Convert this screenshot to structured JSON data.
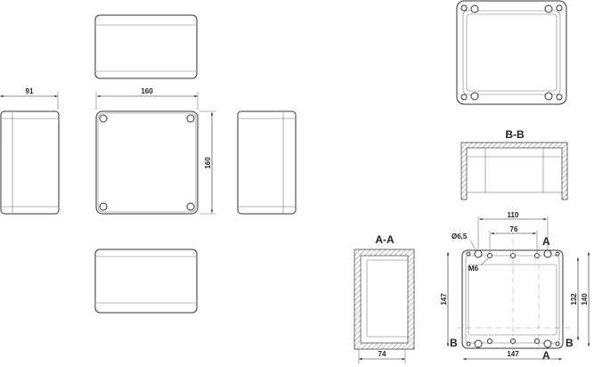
{
  "dimensions": {
    "side_depth": "91",
    "front_width": "160",
    "front_height": "160",
    "mount_outer": "110",
    "mount_inner": "76",
    "hole_diameter": "Ø6,5",
    "thread": "M6",
    "plan_height": "147",
    "inner_height_132": "132",
    "inner_height_140": "140",
    "plan_width": "147",
    "section_depth": "74"
  },
  "sections": {
    "aa": "A-A",
    "bb": "B-B",
    "a_marker": "A",
    "b_marker": "B"
  }
}
